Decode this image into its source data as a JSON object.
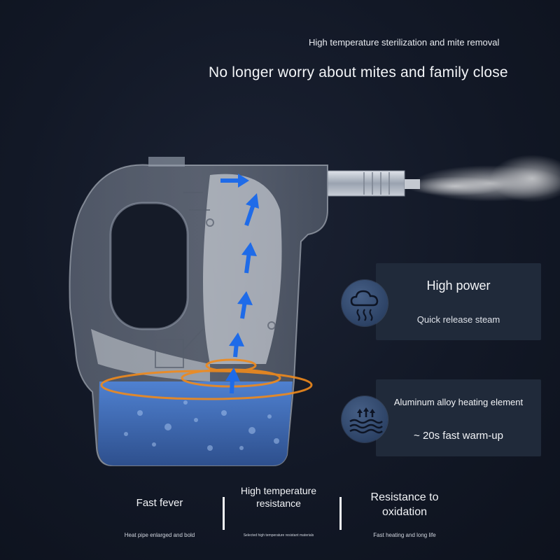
{
  "header": {
    "subtitle": "High temperature sterilization and mite removal",
    "headline": "No longer worry about mites and family close"
  },
  "features": [
    {
      "icon": "steam-cloud-icon",
      "title": "High power",
      "description": "Quick release steam"
    },
    {
      "icon": "heating-waves-icon",
      "title": "Aluminum alloy heating element",
      "description": "~ 20s fast warm-up"
    }
  ],
  "bottom_features": [
    {
      "title": "Fast fever",
      "note": "Heat pipe enlarged and bold"
    },
    {
      "title": "High temperature resistance",
      "note": "Selected high temperature resistant materials"
    },
    {
      "title": "Resistance to oxidation",
      "note": "Fast heating and long life"
    }
  ],
  "colors": {
    "background": "#121826",
    "card": "#202a3a",
    "icon_circle": "#2d4366",
    "arrow_blue": "#1f6be8",
    "heat_orange": "#f08a1c",
    "water_blue": "#3d6fbf"
  }
}
